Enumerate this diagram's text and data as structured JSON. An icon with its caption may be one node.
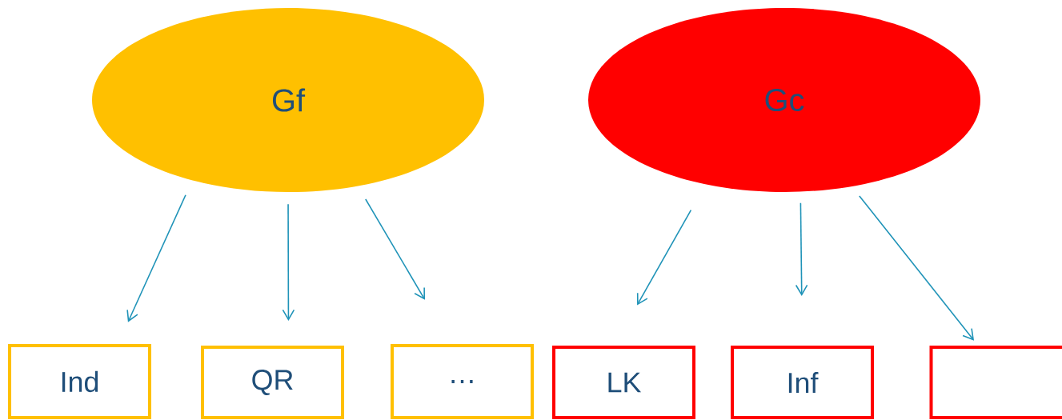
{
  "diagram": {
    "nodes": [
      {
        "text": [
          "Gf"
        ]
      },
      {
        "text": [
          "Gc"
        ]
      },
      {
        "text": [
          "Ind"
        ]
      },
      {
        "text": [
          "QR"
        ]
      },
      {
        "text": [
          "…"
        ]
      },
      {
        "text": [
          "LK"
        ]
      },
      {
        "text": [
          "Inf"
        ]
      },
      {
        "text": [],
        "shape": "box"
      }
    ],
    "edges": [
      {
        "from": 0,
        "to": 2,
        "arrow": "to"
      },
      {
        "from": 0,
        "to": 3,
        "arrow": "to"
      },
      {
        "from": 0,
        "to": 4,
        "arrow": "to"
      },
      {
        "from": 1,
        "to": 5,
        "arrow": "to"
      },
      {
        "from": 1,
        "to": 6,
        "arrow": "to"
      },
      {
        "from": 1,
        "to": 7,
        "arrow": "to"
      }
    ]
  }
}
